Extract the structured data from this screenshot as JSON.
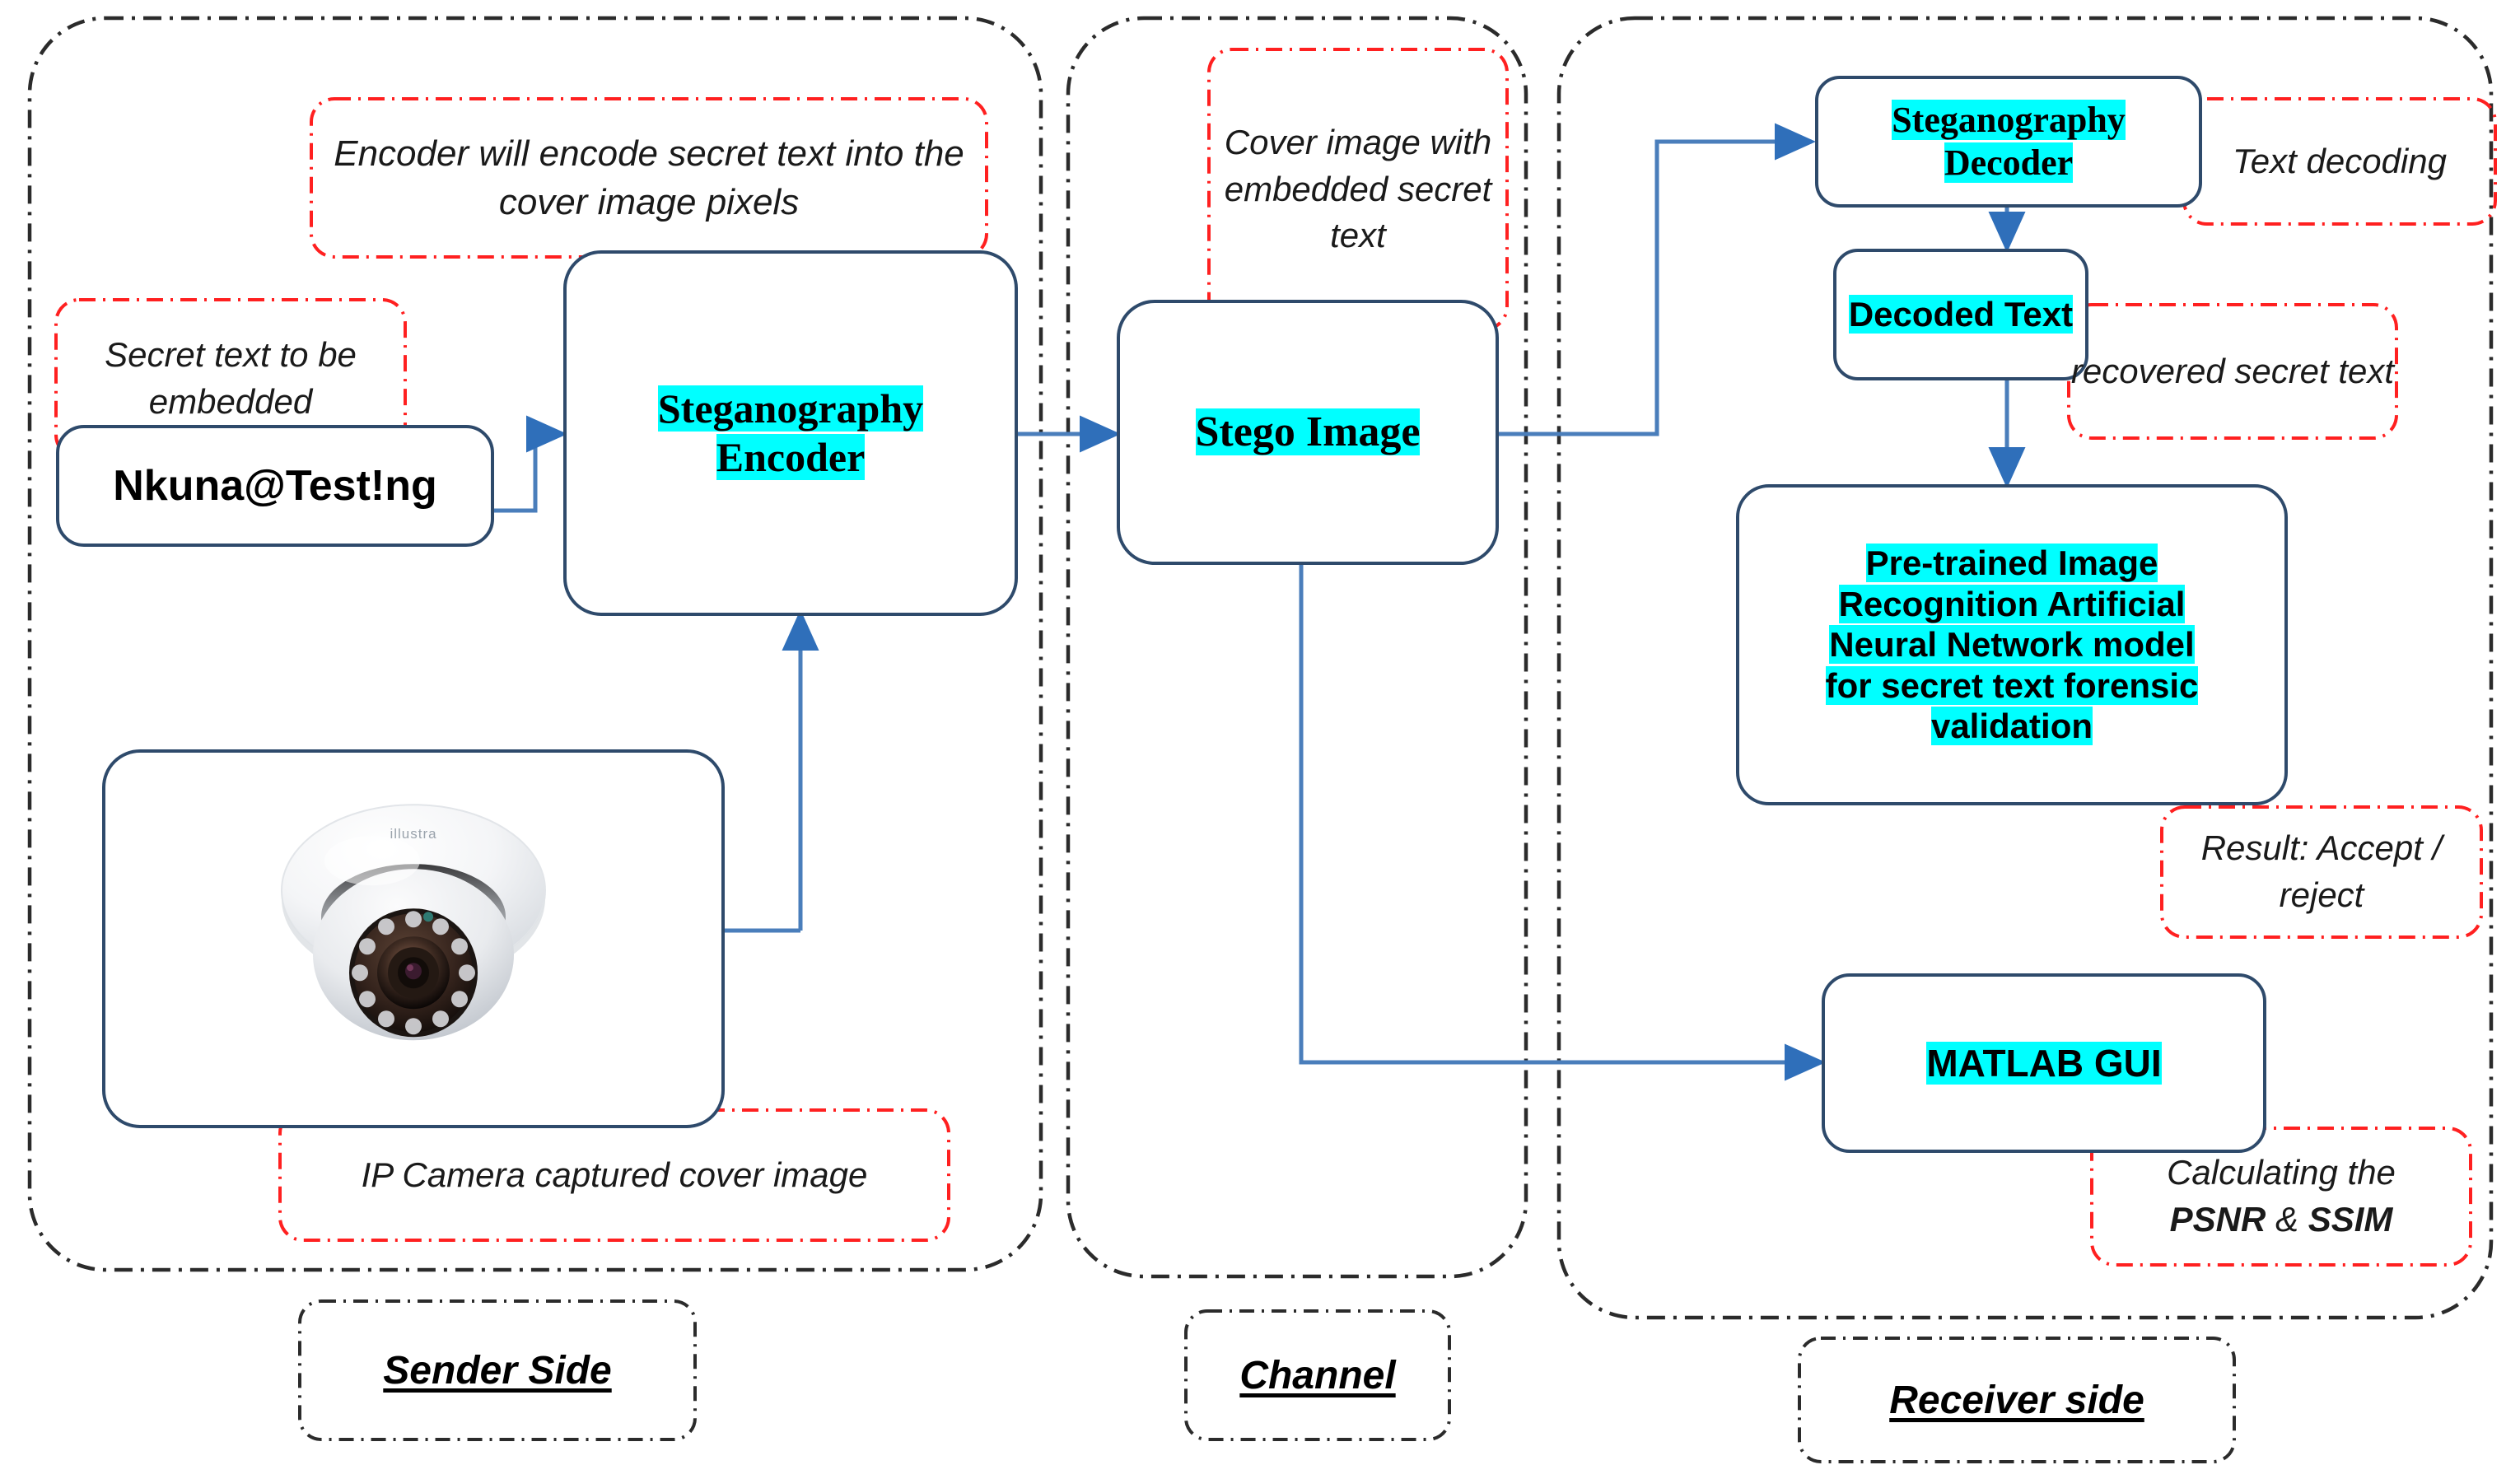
{
  "diagram": {
    "title": "Steganography system block diagram",
    "accent_blue": "#4a7ebb",
    "box_border": "#2e4a6b",
    "highlight": "#00ffff",
    "callout_red": "#ff0000",
    "group_border": "#2b2b2b"
  },
  "groups": [
    {
      "id": "sender",
      "label": "Sender Side"
    },
    {
      "id": "channel",
      "label": "Channel"
    },
    {
      "id": "receiver",
      "label": "Receiver side"
    }
  ],
  "boxes": {
    "secret_text_value": "Nkuna@Test!ng",
    "encoder": {
      "line1": "Steganography",
      "line2": "Encoder"
    },
    "stego_image": "Stego Image",
    "decoder": {
      "line1": "Steganography",
      "line2": "Decoder"
    },
    "decoded_text": "Decoded Text",
    "ann_model": {
      "line1": "Pre-trained Image",
      "line2": "Recognition Artificial",
      "line3": "Neural Network model",
      "line4": "for secret text forensic",
      "line5": "validation"
    },
    "matlab_gui": "MATLAB GUI",
    "camera_brand": "illustra"
  },
  "callouts": {
    "encoder_note": "Encoder will encode secret text into the cover image pixels",
    "secret_text_note": "Secret text to be embedded",
    "camera_note": "IP Camera captured cover image",
    "cover_image_note": "Cover image with embedded secret text",
    "text_decoding_note": "Text decoding",
    "recovered_note": "recovered secret text",
    "result_note": "Result: Accept / reject",
    "psnr_note_prefix": "Calculating the",
    "psnr_note_bold1": "PSNR",
    "psnr_note_amp": "&",
    "psnr_note_bold2": "SSIM"
  }
}
